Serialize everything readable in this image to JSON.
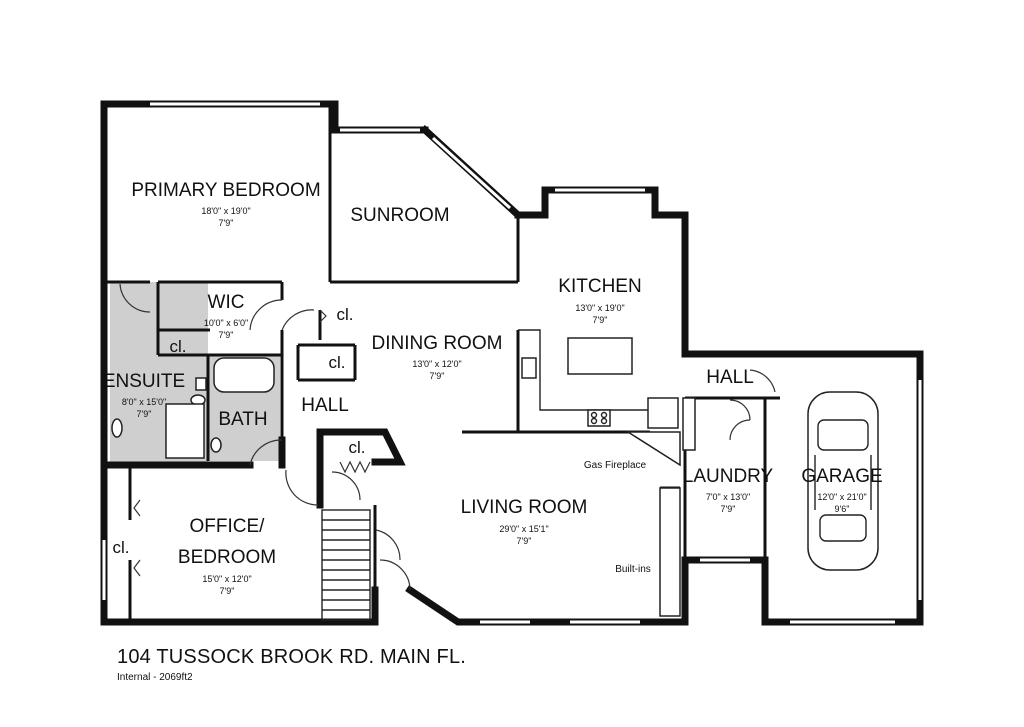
{
  "rooms": {
    "primary_bedroom": {
      "name": "PRIMARY BEDROOM",
      "dims": "18'0\" x 19'0\"",
      "height": "7'9\""
    },
    "sunroom": {
      "name": "SUNROOM"
    },
    "kitchen": {
      "name": "KITCHEN",
      "dims": "13'0\" x 19'0\"",
      "height": "7'9\""
    },
    "wic": {
      "name": "WIC",
      "dims": "10'0\" x 6'0\"",
      "height": "7'9\""
    },
    "dining_room": {
      "name": "DINING ROOM",
      "dims": "13'0\" x 12'0\"",
      "height": "7'9\""
    },
    "ensuite": {
      "name": "ENSUITE",
      "dims": "8'0\" x 15'0\"",
      "height": "7'9\""
    },
    "bath": {
      "name": "BATH"
    },
    "hall_left": {
      "name": "HALL"
    },
    "hall_right": {
      "name": "HALL"
    },
    "office_bedroom": {
      "name_line1": "OFFICE/",
      "name_line2": "BEDROOM",
      "dims": "15'0\" x 12'0\"",
      "height": "7'9\""
    },
    "living_room": {
      "name": "LIVING ROOM",
      "dims": "29'0\" x 15'1\"",
      "height": "7'9\""
    },
    "laundry": {
      "name": "LAUNDRY",
      "dims": "7'0\" x 13'0\"",
      "height": "7'9\""
    },
    "garage": {
      "name": "GARAGE",
      "dims": "12'0\" x 21'0\"",
      "height": "9'6\""
    }
  },
  "closets": [
    "cl.",
    "cl.",
    "cl.",
    "cl.",
    "cl."
  ],
  "labels": {
    "gas_fireplace": "Gas Fireplace",
    "built_ins": "Built-ins"
  },
  "caption": {
    "title": "104 TUSSOCK BROOK RD. MAIN FL.",
    "subtitle": "Internal - 2069ft2"
  }
}
